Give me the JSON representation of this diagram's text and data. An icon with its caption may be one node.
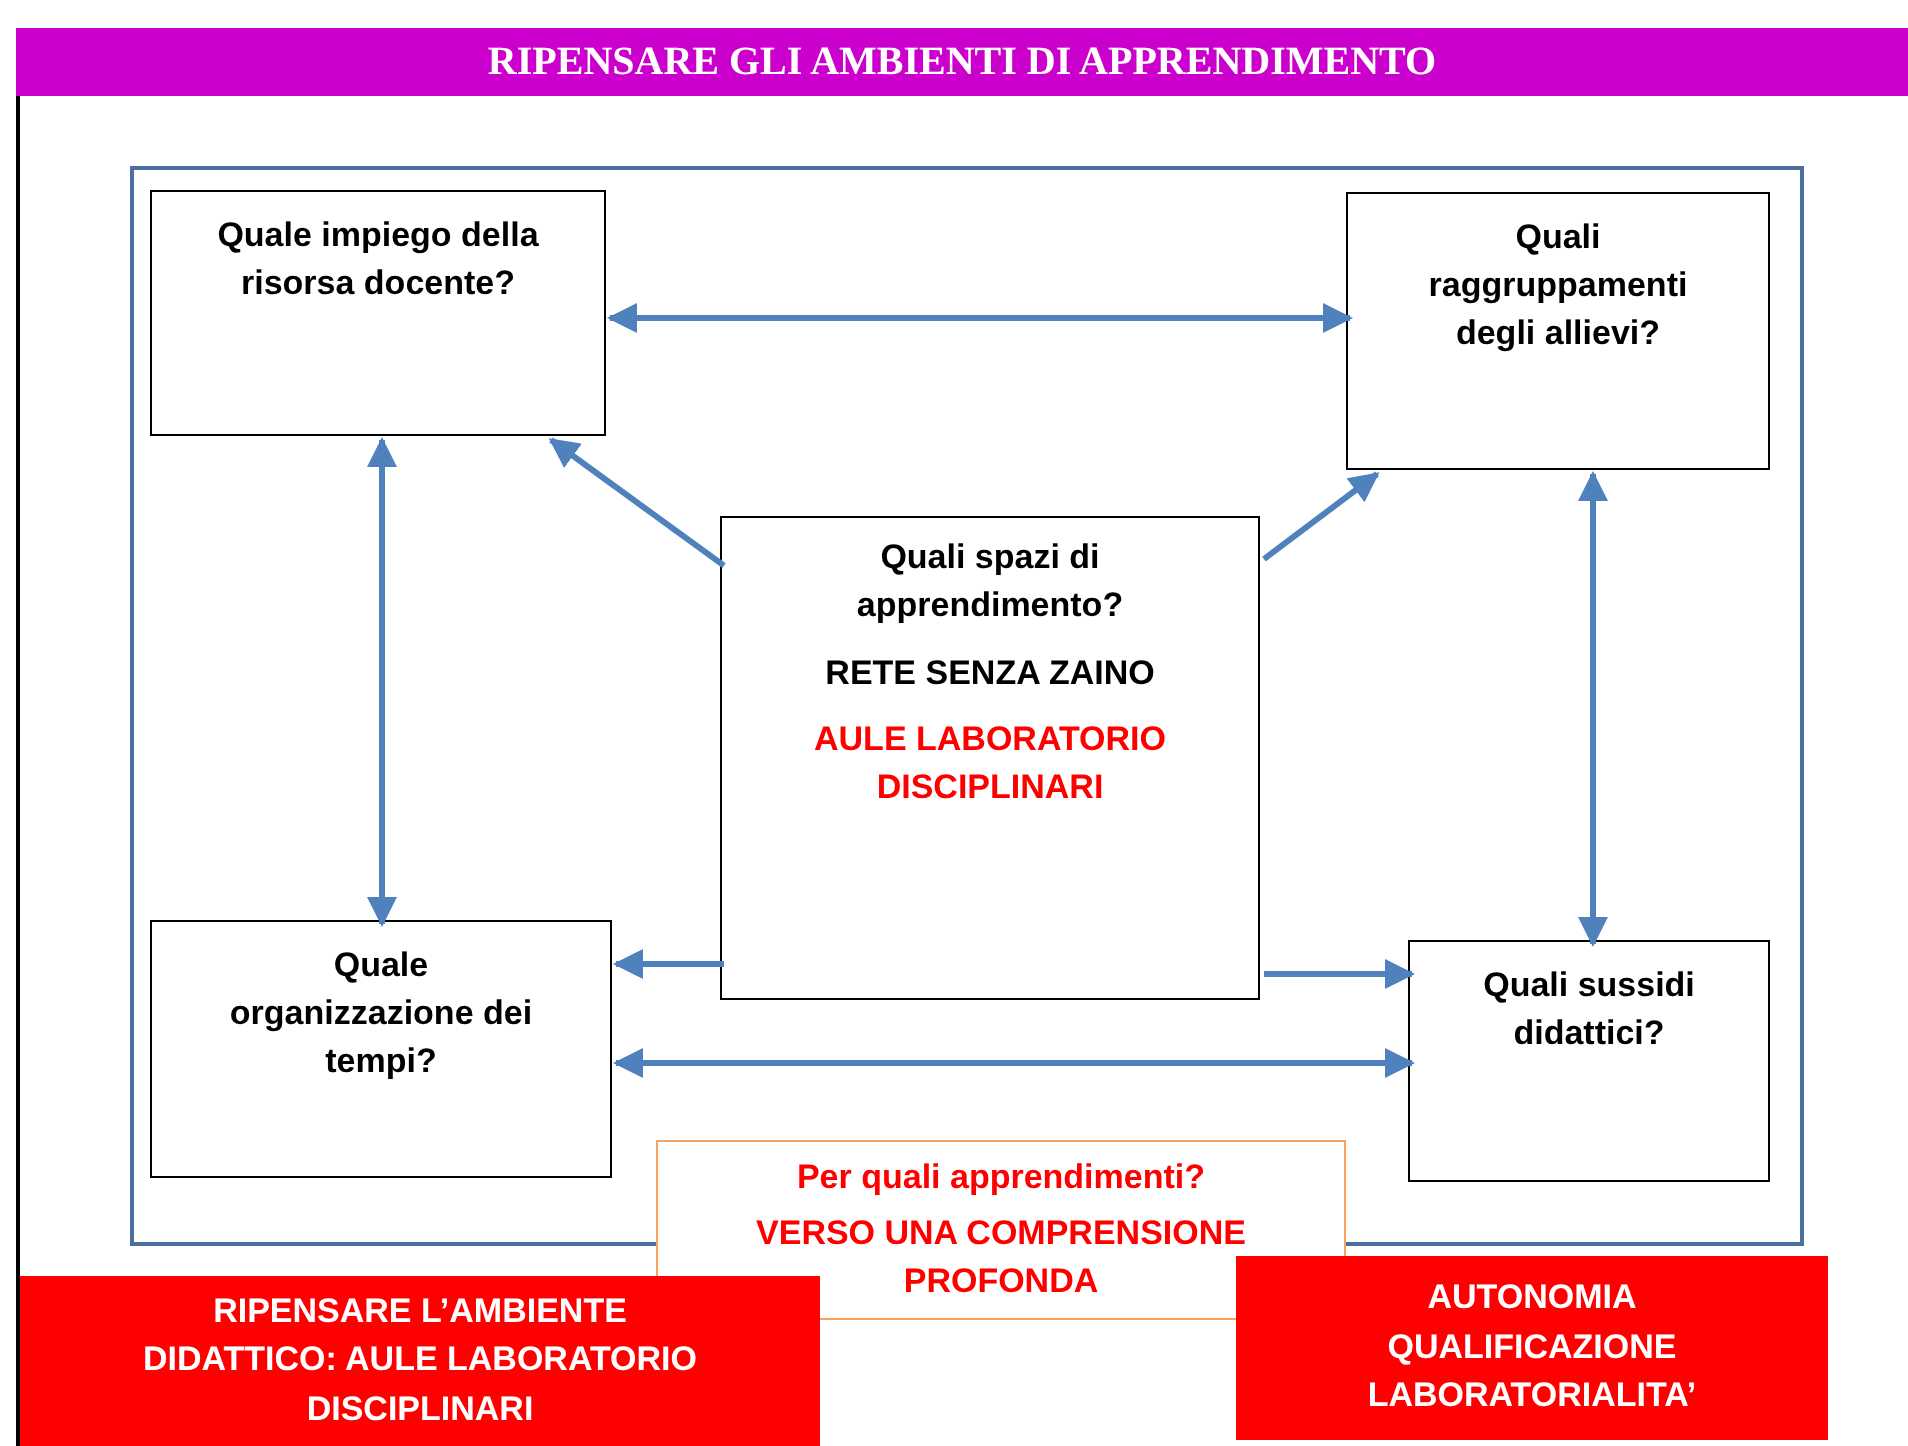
{
  "diagram": {
    "title": "RIPENSARE GLI AMBIENTI DI APPRENDIMENTO",
    "nodes": [
      {
        "text": [],
        "shape": "box"
      },
      {
        "text": [
          "Quale impiego della risorsa docente?"
        ],
        "in": 0
      },
      {
        "text": [
          "Quali raggruppamenti degli allievi?"
        ],
        "in": 0
      },
      {
        "text": [
          "Quali spazi di apprendimento?",
          "RETE SENZA ZAINO",
          "AULE LABORATORIO DISCIPLINARI"
        ],
        "in": 0
      },
      {
        "text": [
          "Quale organizzazione dei tempi?"
        ],
        "in": 0
      },
      {
        "text": [
          "Quali sussidi didattici?"
        ],
        "in": 0
      },
      {
        "text": [
          "Per quali apprendimenti?",
          "VERSO UNA COMPRENSIONE PROFONDA"
        ]
      },
      {
        "text": [
          "RIPENSARE L’AMBIENTE DIDATTICO: AULE LABORATORIO DISCIPLINARI"
        ]
      },
      {
        "text": [
          "AUTONOMIA QUALIFICAZIONE LABORATORIALITA’"
        ]
      }
    ],
    "edges": [
      {
        "from": 1,
        "to": 2,
        "arrow": "both"
      },
      {
        "from": 3,
        "to": 1,
        "arrow": "to"
      },
      {
        "from": 3,
        "to": 2,
        "arrow": "to"
      },
      {
        "from": 1,
        "to": 4,
        "arrow": "both"
      },
      {
        "from": 3,
        "to": 4,
        "arrow": "to"
      },
      {
        "from": 3,
        "to": 5,
        "arrow": "to"
      },
      {
        "from": 2,
        "to": 5,
        "arrow": "both"
      },
      {
        "from": 4,
        "to": 5,
        "arrow": "both"
      }
    ]
  }
}
